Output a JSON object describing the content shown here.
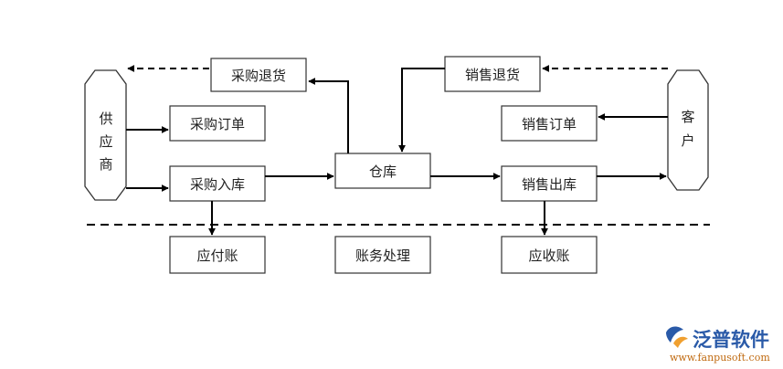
{
  "diagram": {
    "supplier": [
      "供",
      "应",
      "商"
    ],
    "customer": [
      "客",
      "户"
    ],
    "boxes": {
      "purchase_return": "采购退货",
      "purchase_order": "采购订单",
      "purchase_in": "采购入库",
      "warehouse": "仓库",
      "sales_return": "销售退货",
      "sales_order": "销售订单",
      "sales_out": "销售出库",
      "payable": "应付账",
      "accounting": "账务处理",
      "receivable": "应收账"
    }
  },
  "logo": {
    "name": "泛普软件",
    "url": "www.fanpusoft.com",
    "color_blue": "#2a5aa8",
    "color_orange": "#f0a030"
  }
}
